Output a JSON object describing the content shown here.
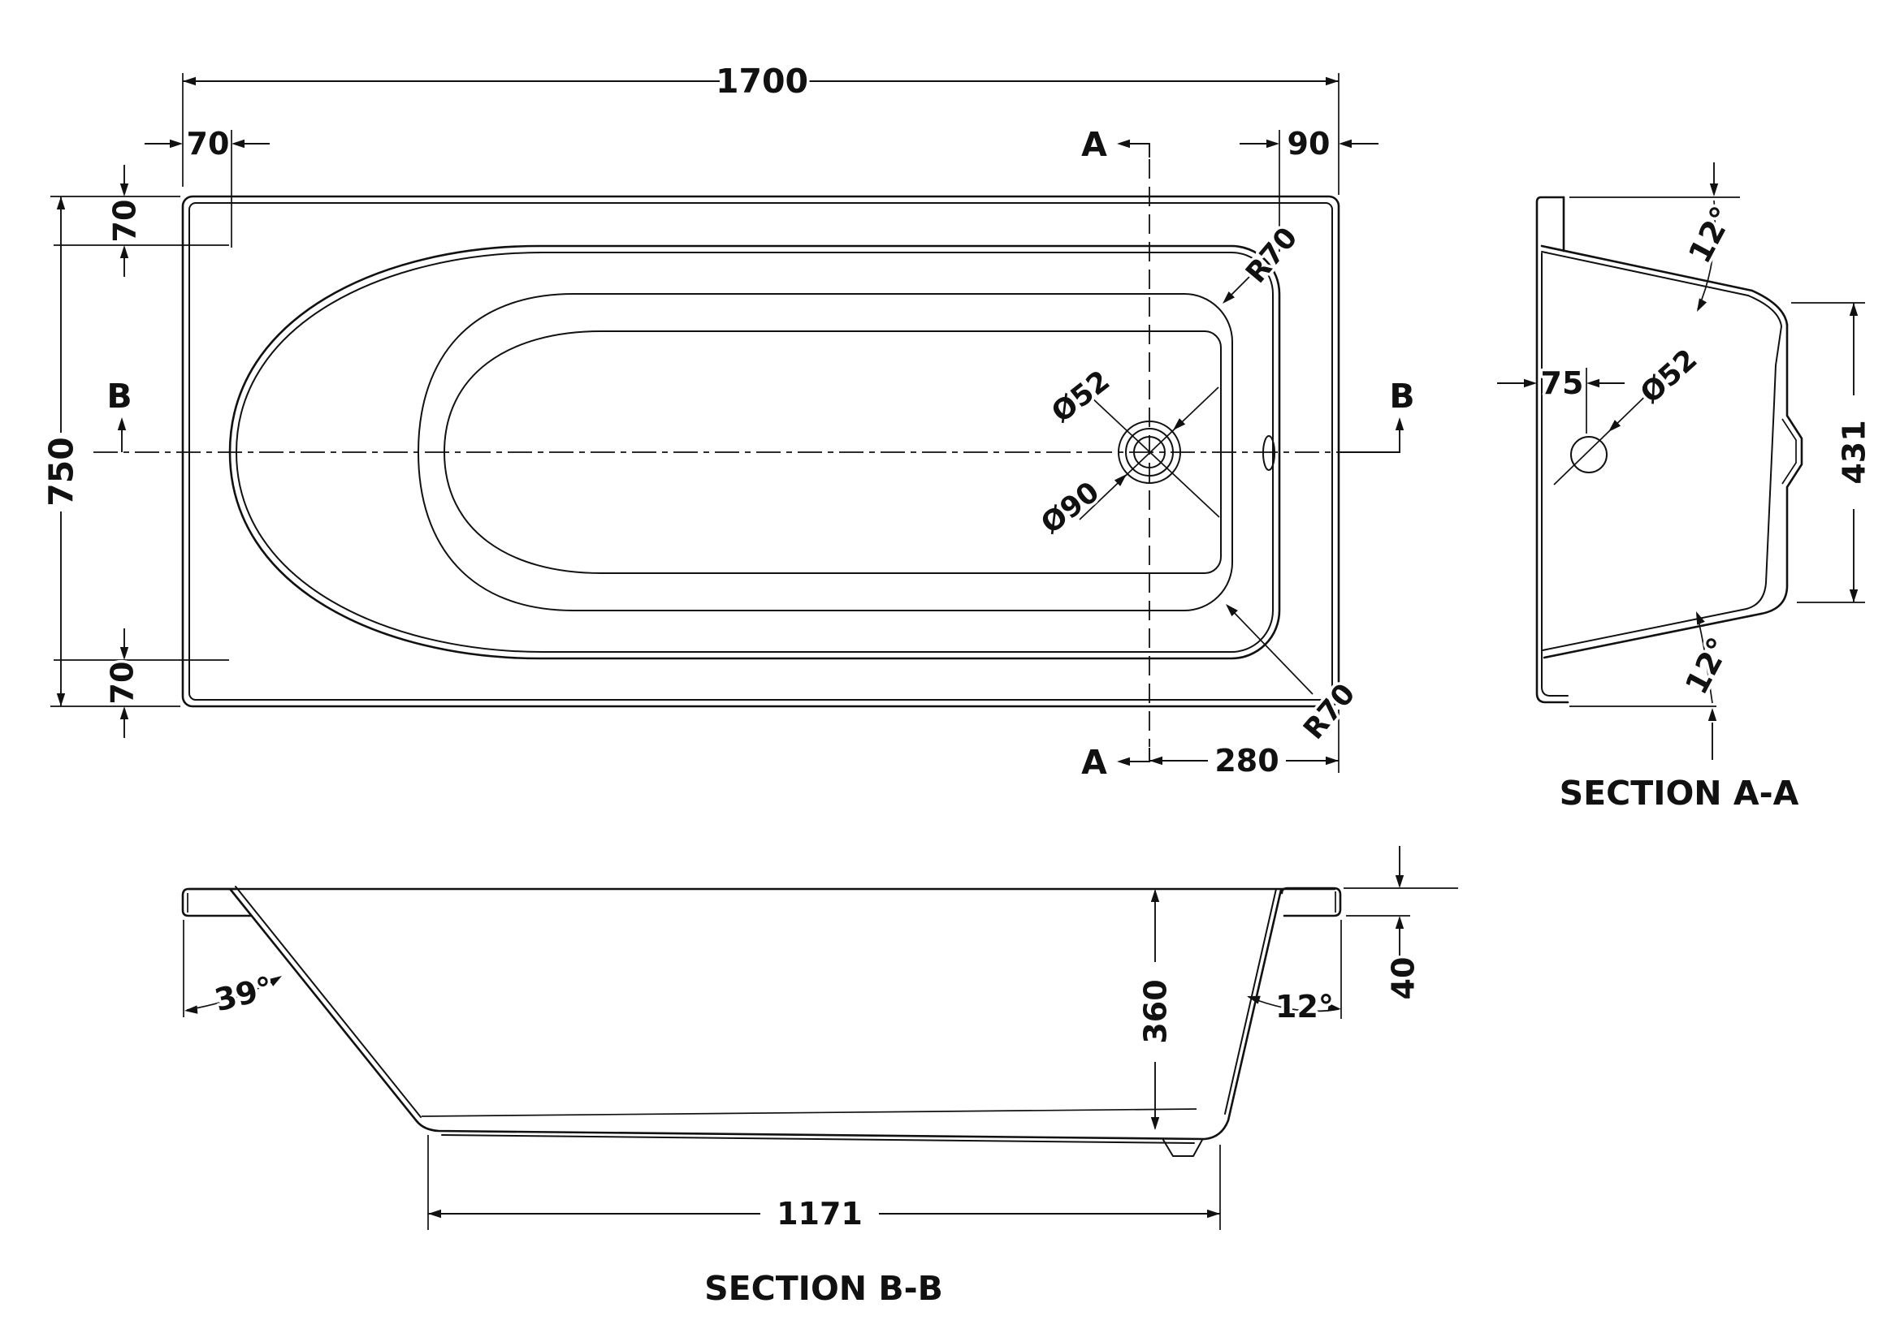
{
  "drawing": {
    "type": "bathtub technical drawing",
    "background": "#ffffff",
    "line_color": "#111111",
    "plan_view": {
      "dim_overall_length": "1700",
      "dim_overall_width": "750",
      "dim_rim_left": "70",
      "dim_rim_top": "70",
      "dim_rim_bottom": "70",
      "dim_rim_right": "90",
      "dim_drain_to_end": "280",
      "radius_top_corner": "R70",
      "radius_bottom_corner": "R70",
      "drain_inner_dia": "Ø52",
      "drain_outer_dia": "Ø90",
      "section_a_marker": "A",
      "section_b_marker": "B"
    },
    "section_aa": {
      "title": "SECTION A-A",
      "angle_top": "12°",
      "angle_bottom": "12°",
      "dim_drain_from_wall": "75",
      "drain_dia": "Ø52",
      "dim_inner_height": "431"
    },
    "section_bb": {
      "title": "SECTION B-B",
      "angle_head_slope": "39°",
      "angle_foot_slope": "12°",
      "dim_depth": "360",
      "dim_rim_height": "40",
      "dim_base_length": "1171"
    }
  }
}
